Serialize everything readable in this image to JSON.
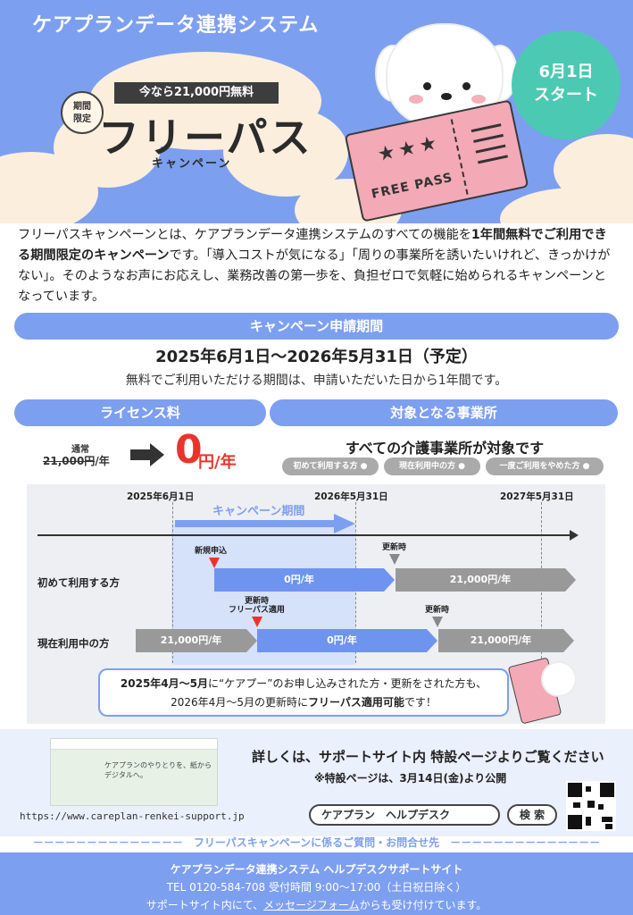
{
  "hero": {
    "title": "ケアプランデータ連携システム",
    "badge": "今なら21,000円無料",
    "kikan_line1": "期間",
    "kikan_line2": "限定",
    "main": "フリーパス",
    "sub": "キャンペーン",
    "start_line1": "6月1日",
    "start_line2": "スタート",
    "ticket_text": "FREE PASS",
    "ticket_stars": "★★★"
  },
  "intro": {
    "p1": "フリーパスキャンペーンとは、ケアプランデータ連携システムのすべての機能を",
    "p1_bold": "1年間無料でご利用できる期間限定のキャンペーン",
    "p2": "です。「導入コストが気になる」「周りの事業所を誘いたいけれど、きっかけがない」。そのようなお声にお応えし、業務改善の第一歩を、負担ゼロで気軽に始められるキャンペーンとなっています。"
  },
  "period": {
    "heading": "キャンペーン申請期間",
    "dates": "2025年6月1日～2026年5月31日（予定）",
    "note": "無料でご利用いただける期間は、申請いただいた日から1年間です。"
  },
  "license": {
    "heading": "ライセンス料",
    "normal_label": "通常",
    "normal_price": "21,000円",
    "normal_unit": "/年",
    "zero": "0",
    "zero_unit": "円/年"
  },
  "target": {
    "heading": "対象となる事業所",
    "title": "すべての介護事業所が対象です",
    "pills": [
      "初めて利用する方",
      "現在利用中の方",
      "一度ご利用をやめた方"
    ]
  },
  "timeline": {
    "dates": [
      "2025年6月1日",
      "2026年5月31日",
      "2027年5月31日"
    ],
    "campaign_label": "キャンペーン期間",
    "row1_label": "初めて利用する方",
    "row2_label": "現在利用中の方",
    "new_apply": "新規申込",
    "renewal": "更新時",
    "renewal_fp_line1": "更新時",
    "renewal_fp_line2": "フリーパス適用",
    "row1_seg1": "0円/年",
    "row1_seg2": "21,000円/年",
    "row2_seg1": "21,000円/年",
    "row2_seg2": "0円/年",
    "row2_seg3": "21,000円/年"
  },
  "notice": {
    "b1": "2025年4月～5月",
    "t1": "に“ケアプー”のお申し込みされた方・更新をされた方も、",
    "t2": "2026年4月～5月の更新時に",
    "b2": "フリーパス適用可能",
    "t3": "です！"
  },
  "support": {
    "title": "詳しくは、サポートサイト内 特設ページよりご覧ください",
    "sub": "※特設ページは、3月14日(金)より公開",
    "url": "https://www.careplan-renkei-support.jp",
    "search_text": "ケアプラン　ヘルプデスク",
    "search_btn": "検 索",
    "thumb_text": "ケアプランのやりとりを、紙からデジタルへ。"
  },
  "contact": {
    "heading": "－－－－－－－－－－－－－－　フリーパスキャンペーンに係るご質問・お問合せ先　－－－－－－－－－－－－－－",
    "line1": "ケアプランデータ連携システム ヘルプデスクサポートサイト",
    "line2": "TEL 0120-584-708 受付時間 9:00～17:00（土日祝日除く）",
    "line3_pre": "サポートサイト内にて、",
    "line3_link": "メッセージフォーム",
    "line3_post": "からも受け付けています。"
  },
  "colors": {
    "brand_blue": "#7d9ff0",
    "accent_red": "#e8352c",
    "teal": "#4cc9b3",
    "ticket_pink": "#f3a9b6"
  }
}
